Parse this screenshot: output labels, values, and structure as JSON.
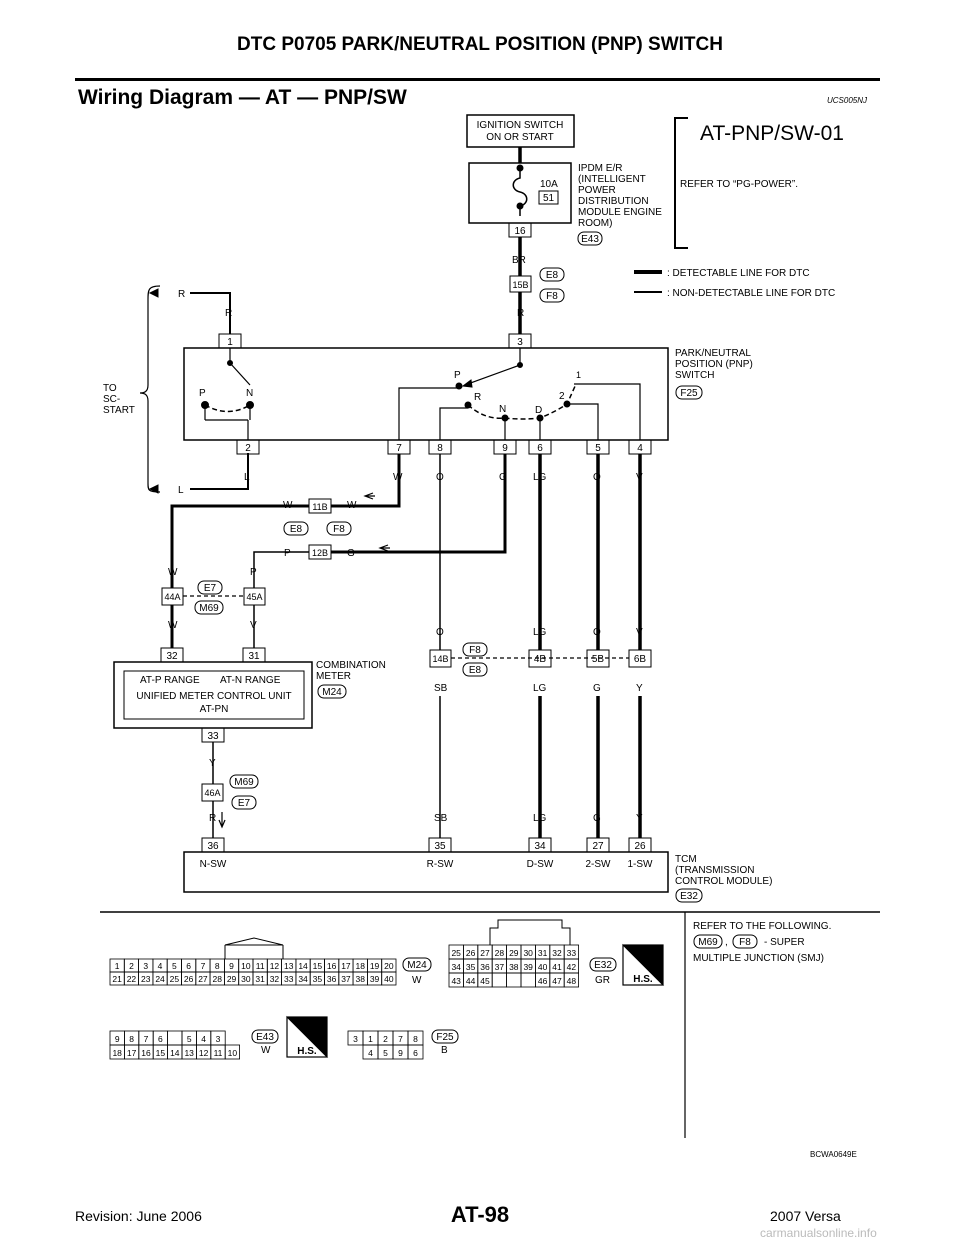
{
  "header": {
    "title": "DTC P0705 PARK/NEUTRAL POSITION (PNP) SWITCH"
  },
  "section": {
    "title": "Wiring Diagram — AT — PNP/SW",
    "ref": "UCS005NJ"
  },
  "diagram": {
    "id": "AT-PNP/SW-01",
    "ign_switch": [
      "IGNITION SWITCH",
      "ON OR START"
    ],
    "ipdm_label": [
      "IPDM E/R",
      "(INTELLIGENT",
      "POWER",
      "DISTRIBUTION",
      "MODULE ENGINE",
      "ROOM)"
    ],
    "ipdm_conn": "E43",
    "fuse_amp": "10A",
    "fuse_num": "51",
    "ipdm_term": "16",
    "refer_pg": "REFER TO “PG-POWER”.",
    "legend_det": ": DETECTABLE LINE FOR DTC",
    "legend_nondet": ": NON-DETECTABLE LINE FOR DTC",
    "to_sc_start": [
      "TO",
      "SC-",
      "START"
    ],
    "pnp_label": [
      "PARK/NEUTRAL",
      "POSITION (PNP)",
      "SWITCH"
    ],
    "pnp_conn": "F25",
    "pnp_terms_top": [
      "1",
      "3"
    ],
    "pnp_terms_bottom": [
      "2",
      "7",
      "8",
      "9",
      "6",
      "5",
      "4"
    ],
    "sw_letters": {
      "p1": "P",
      "n1": "N",
      "p2": "P",
      "r": "R",
      "n2": "N",
      "d": "D",
      "two": "2",
      "one": "1"
    },
    "wire_colors": {
      "br": "BR",
      "r": "R",
      "l": "L",
      "w": "W",
      "o": "O",
      "g": "G",
      "lg": "LG",
      "v": "V",
      "p": "P",
      "sb": "SB",
      "y": "Y"
    },
    "jc_15b": "15B",
    "jc_11b": "11B",
    "jc_12b": "12B",
    "jc_44a": "44A",
    "jc_45a": "45A",
    "jc_46a": "46A",
    "jc_14b": "14B",
    "jc_4b": "4B",
    "jc_5b": "5B",
    "jc_6b": "6B",
    "conn_e8": "E8",
    "conn_f8": "F8",
    "conn_e7": "E7",
    "conn_m69": "M69",
    "meter_label": [
      "COMBINATION",
      "METER"
    ],
    "meter_conn": "M24",
    "meter_terms": [
      "32",
      "31",
      "33"
    ],
    "meter_inner": [
      "AT-P RANGE",
      "AT-N RANGE",
      "UNIFIED METER CONTROL UNIT",
      "AT-PN"
    ],
    "tcm_terms": [
      "36",
      "35",
      "34",
      "27",
      "26"
    ],
    "tcm_pins": [
      "N-SW",
      "R-SW",
      "D-SW",
      "2-SW",
      "1-SW"
    ],
    "tcm_label": [
      "TCM",
      "(TRANSMISSION",
      "CONTROL MODULE)"
    ],
    "tcm_conn": "E32",
    "refer_follow": "REFER TO THE FOLLOWING.",
    "smj_suffix": "- SUPER",
    "smj_line2": "MULTIPLE JUNCTION (SMJ)",
    "conn_m24_color": "W",
    "conn_e32_color": "GR",
    "conn_e43_color": "W",
    "conn_f25_color": "B",
    "hs_label": "H.S.",
    "m24_row1": [
      "1",
      "2",
      "3",
      "4",
      "5",
      "6",
      "7",
      "8",
      "9",
      "10",
      "11",
      "12",
      "13",
      "14",
      "15",
      "16",
      "17",
      "18",
      "19",
      "20"
    ],
    "m24_row2": [
      "21",
      "22",
      "23",
      "24",
      "25",
      "26",
      "27",
      "28",
      "29",
      "30",
      "31",
      "32",
      "33",
      "34",
      "35",
      "36",
      "37",
      "38",
      "39",
      "40"
    ],
    "e32_row1": [
      "25",
      "26",
      "27",
      "28",
      "29",
      "30",
      "31",
      "32",
      "33"
    ],
    "e32_row2": [
      "34",
      "35",
      "36",
      "37",
      "38",
      "39",
      "40",
      "41",
      "42"
    ],
    "e32_row3": [
      "43",
      "44",
      "45",
      "",
      "",
      "",
      "46",
      "47",
      "48"
    ],
    "e43_row1": [
      "9",
      "8",
      "7",
      "6",
      "",
      "5",
      "4",
      "3"
    ],
    "e43_row2": [
      "18",
      "17",
      "16",
      "15",
      "14",
      "13",
      "12",
      "11",
      "10"
    ],
    "f25_row1": [
      "3",
      "1",
      "2",
      "7",
      "8"
    ],
    "f25_row2": [
      "4",
      "5",
      "9",
      "6"
    ],
    "figure_code": "BCWA0649E"
  },
  "footer": {
    "revision": "Revision: June 2006",
    "page": "AT-98",
    "model": "2007 Versa",
    "watermark": "carmanualsonline.info"
  }
}
